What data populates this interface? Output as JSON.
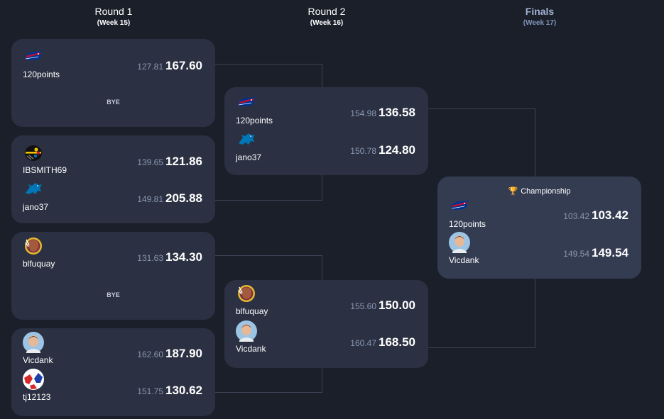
{
  "columns": [
    {
      "title": "Round 1",
      "subtitle": "(Week 15)"
    },
    {
      "title": "Round 2",
      "subtitle": "(Week 16)"
    },
    {
      "title": "Finals",
      "subtitle": "(Week 17)"
    }
  ],
  "bye_label": "BYE",
  "championship_label": "Championship",
  "round1": [
    {
      "team": {
        "name": "120points",
        "logo": "bills-logo",
        "projected": "127.81",
        "score": "167.60"
      }
    },
    {
      "team1": {
        "name": "IBSMITH69",
        "logo": "steelers-helmet",
        "projected": "139.65",
        "score": "121.86"
      },
      "team2": {
        "name": "jano37",
        "logo": "lions-logo",
        "projected": "149.81",
        "score": "205.88"
      }
    },
    {
      "team": {
        "name": "blfuquay",
        "logo": "redskins-logo",
        "projected": "131.63",
        "score": "134.30"
      }
    },
    {
      "team1": {
        "name": "Vicdank",
        "logo": "user-avatar",
        "projected": "162.60",
        "score": "187.90"
      },
      "team2": {
        "name": "tj12123",
        "logo": "soccer-ball-avatar",
        "projected": "151.75",
        "score": "130.62"
      }
    }
  ],
  "round2": [
    {
      "team1": {
        "name": "120points",
        "logo": "bills-logo",
        "projected": "154.98",
        "score": "136.58"
      },
      "team2": {
        "name": "jano37",
        "logo": "lions-logo",
        "projected": "150.78",
        "score": "124.80"
      }
    },
    {
      "team1": {
        "name": "blfuquay",
        "logo": "redskins-logo",
        "projected": "155.60",
        "score": "150.00"
      },
      "team2": {
        "name": "Vicdank",
        "logo": "user-avatar",
        "projected": "160.47",
        "score": "168.50"
      }
    }
  ],
  "finals": {
    "team1": {
      "name": "120points",
      "logo": "bills-logo",
      "projected": "103.42",
      "score": "103.42"
    },
    "team2": {
      "name": "Vicdank",
      "logo": "user-avatar",
      "projected": "149.54",
      "score": "149.54"
    }
  },
  "colors": {
    "background": "#1b1f2a",
    "card": "#2b3142",
    "champ_card": "#343c52",
    "connector": "#3d4356",
    "bills_blue": "#00338d",
    "bills_red": "#c60c30",
    "lions_blue": "#0076b6",
    "redskins_burgundy": "#773141",
    "trophy_gold": "#e0a82e"
  }
}
